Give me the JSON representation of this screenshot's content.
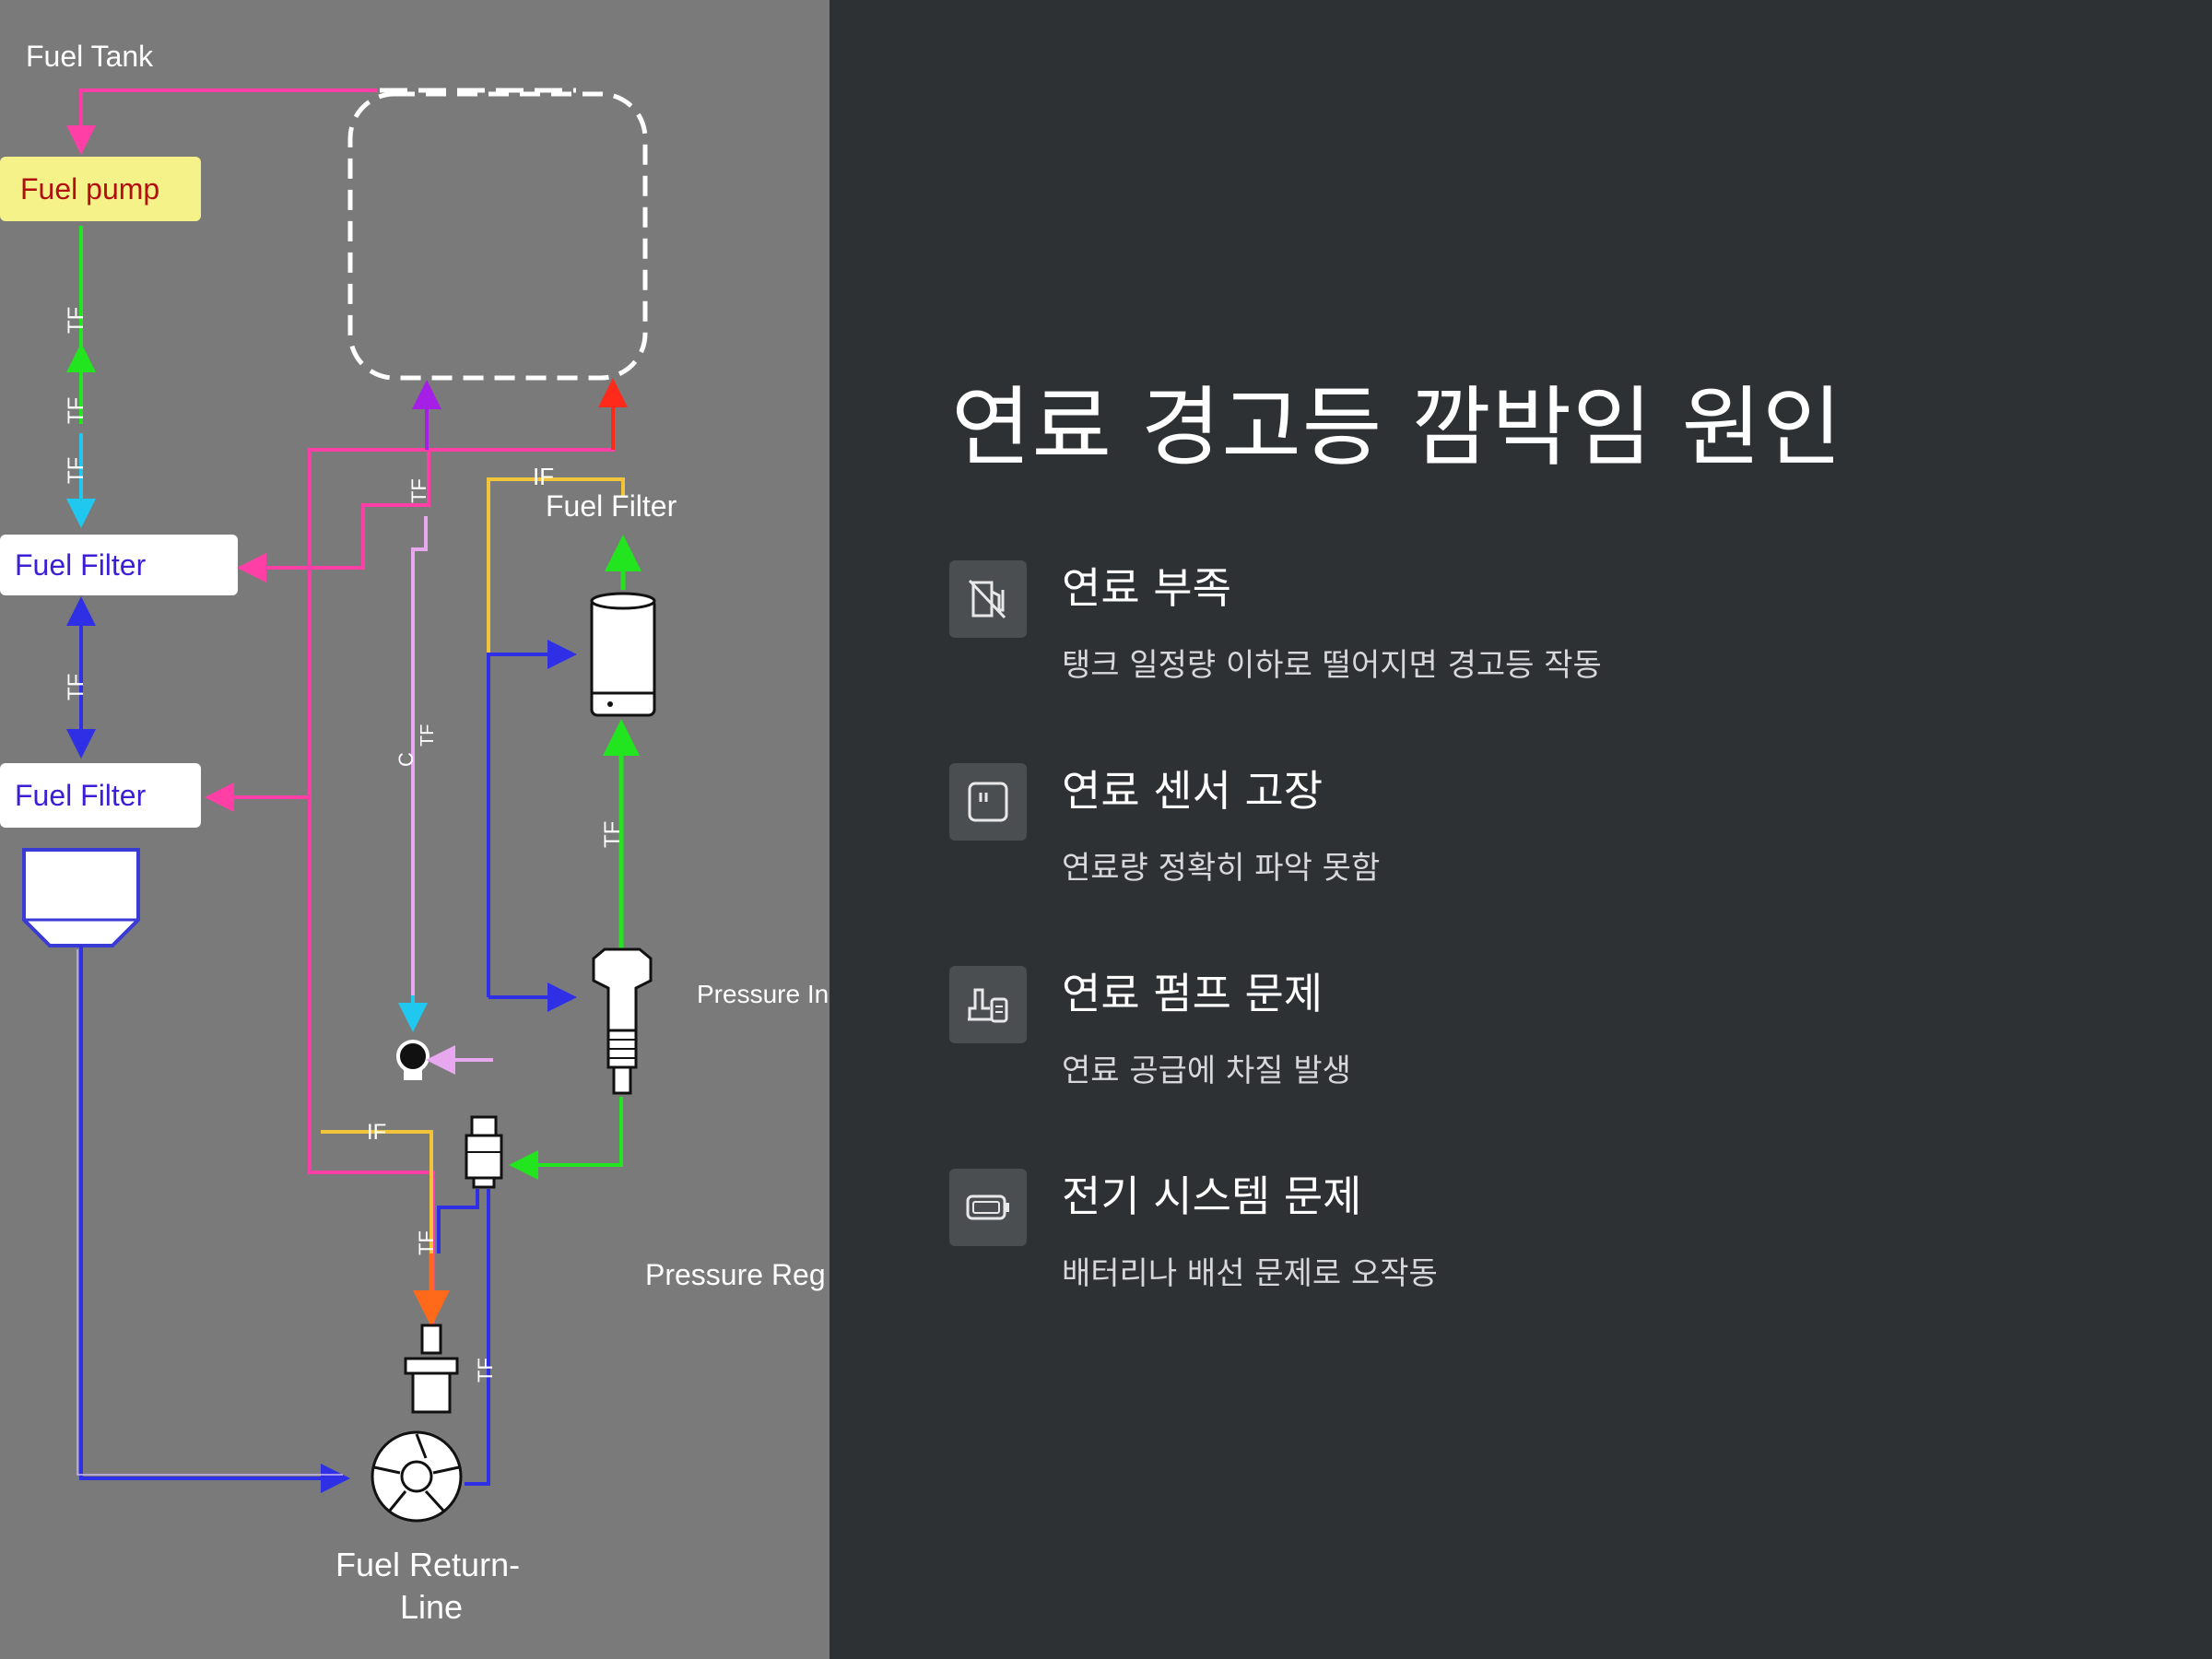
{
  "diagram": {
    "labels": {
      "fuel_tank": "Fuel Tank",
      "fuel_pump": "Fuel pump",
      "fuel_filter_1": "Fuel Filter",
      "fuel_filter_2": "Fuel Filter",
      "fuel_filter_3": "Fuel Filter",
      "pressure_in": "Pressure In",
      "pressure_reg": "Pressure Reg",
      "return_line_1": "Fuel Return-",
      "return_line_2": "Line"
    },
    "line_tags": {
      "tf": "TF",
      "tf2": "TF",
      "tf3": "TF",
      "tf4": "TF",
      "tf5": "TF",
      "tf6": "TF",
      "if1": "IF",
      "if2": "IF",
      "tf7": "TF",
      "c": "C",
      "tf8": "TF"
    },
    "colors": {
      "magenta": "#ff3fa6",
      "green": "#22e51f",
      "blue": "#2f2fe6",
      "yellow": "#f2c43a",
      "orange": "#ff6a1a",
      "violet": "#a51fe6",
      "red": "#ff2a1a",
      "lavender": "#e8a8f0",
      "cyan": "#20c8f0"
    }
  },
  "panel": {
    "title": "연료 경고등 깜박임 원인",
    "items": [
      {
        "icon": "no-fuel-icon",
        "heading": "연료 부족",
        "desc": "탱크 일정량 이하로 떨어지면 경고등 작동"
      },
      {
        "icon": "sensor-icon",
        "heading": "연료 센서 고장",
        "desc": "연료량 정확히 파악 못함"
      },
      {
        "icon": "fuel-pump-icon",
        "heading": "연료 펌프 문제",
        "desc": "연료 공급에 차질 발생"
      },
      {
        "icon": "battery-icon",
        "heading": "전기 시스템 문제",
        "desc": "배터리나 배선 문제로 오작동"
      }
    ]
  }
}
